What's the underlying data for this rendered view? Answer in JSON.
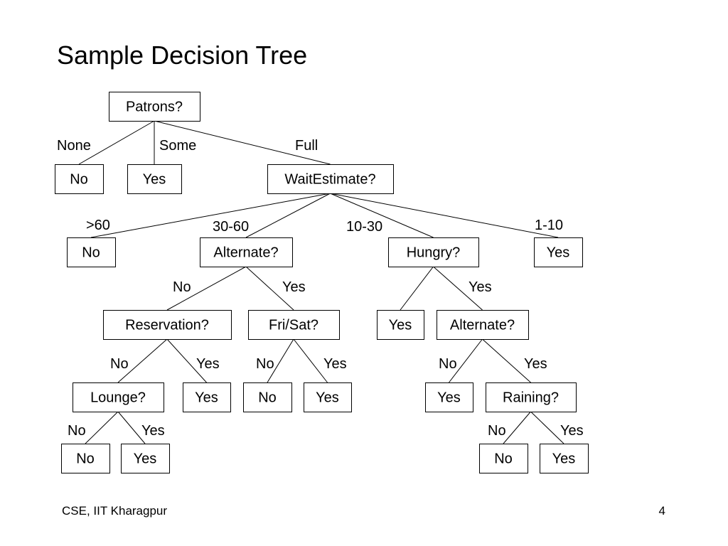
{
  "title": "Sample Decision Tree",
  "footer": {
    "left": "CSE, IIT Kharagpur",
    "page_number": "4"
  },
  "tree": {
    "nodes": [
      {
        "id": "patrons",
        "label": "Patrons?"
      },
      {
        "id": "none-no",
        "label": "No"
      },
      {
        "id": "some-yes",
        "label": "Yes"
      },
      {
        "id": "waitestimate",
        "label": "WaitEstimate?"
      },
      {
        "id": "gt60-no",
        "label": "No"
      },
      {
        "id": "alternate-1",
        "label": "Alternate?"
      },
      {
        "id": "hungry",
        "label": "Hungry?"
      },
      {
        "id": "1-10-yes",
        "label": "Yes"
      },
      {
        "id": "reservation",
        "label": "Reservation?"
      },
      {
        "id": "frisat",
        "label": "Fri/Sat?"
      },
      {
        "id": "hungry-no-yes",
        "label": "Yes"
      },
      {
        "id": "alternate-2",
        "label": "Alternate?"
      },
      {
        "id": "lounge",
        "label": "Lounge?"
      },
      {
        "id": "reservation-yes",
        "label": "Yes"
      },
      {
        "id": "frisat-no",
        "label": "No"
      },
      {
        "id": "frisat-yes",
        "label": "Yes"
      },
      {
        "id": "alternate-2-no-yes",
        "label": "Yes"
      },
      {
        "id": "raining",
        "label": "Raining?"
      },
      {
        "id": "lounge-no",
        "label": "No"
      },
      {
        "id": "lounge-yes",
        "label": "Yes"
      },
      {
        "id": "raining-no",
        "label": "No"
      },
      {
        "id": "raining-yes",
        "label": "Yes"
      }
    ],
    "edges": [
      {
        "from": "patrons",
        "to": "none-no",
        "label": "None"
      },
      {
        "from": "patrons",
        "to": "some-yes",
        "label": "Some"
      },
      {
        "from": "patrons",
        "to": "waitestimate",
        "label": "Full"
      },
      {
        "from": "waitestimate",
        "to": "gt60-no",
        "label": ">60"
      },
      {
        "from": "waitestimate",
        "to": "alternate-1",
        "label": "30-60"
      },
      {
        "from": "waitestimate",
        "to": "hungry",
        "label": "10-30"
      },
      {
        "from": "waitestimate",
        "to": "1-10-yes",
        "label": "1-10"
      },
      {
        "from": "alternate-1",
        "to": "reservation",
        "label": "No"
      },
      {
        "from": "alternate-1",
        "to": "frisat",
        "label": "Yes"
      },
      {
        "from": "hungry",
        "to": "hungry-no-yes",
        "label": ""
      },
      {
        "from": "hungry",
        "to": "alternate-2",
        "label": "Yes"
      },
      {
        "from": "reservation",
        "to": "lounge",
        "label": "No"
      },
      {
        "from": "reservation",
        "to": "reservation-yes",
        "label": "Yes"
      },
      {
        "from": "frisat",
        "to": "frisat-no",
        "label": "No"
      },
      {
        "from": "frisat",
        "to": "frisat-yes",
        "label": "Yes"
      },
      {
        "from": "alternate-2",
        "to": "alternate-2-no-yes",
        "label": "No"
      },
      {
        "from": "alternate-2",
        "to": "raining",
        "label": "Yes"
      },
      {
        "from": "lounge",
        "to": "lounge-no",
        "label": "No"
      },
      {
        "from": "lounge",
        "to": "lounge-yes",
        "label": "Yes"
      },
      {
        "from": "raining",
        "to": "raining-no",
        "label": "No"
      },
      {
        "from": "raining",
        "to": "raining-yes",
        "label": "Yes"
      }
    ]
  }
}
